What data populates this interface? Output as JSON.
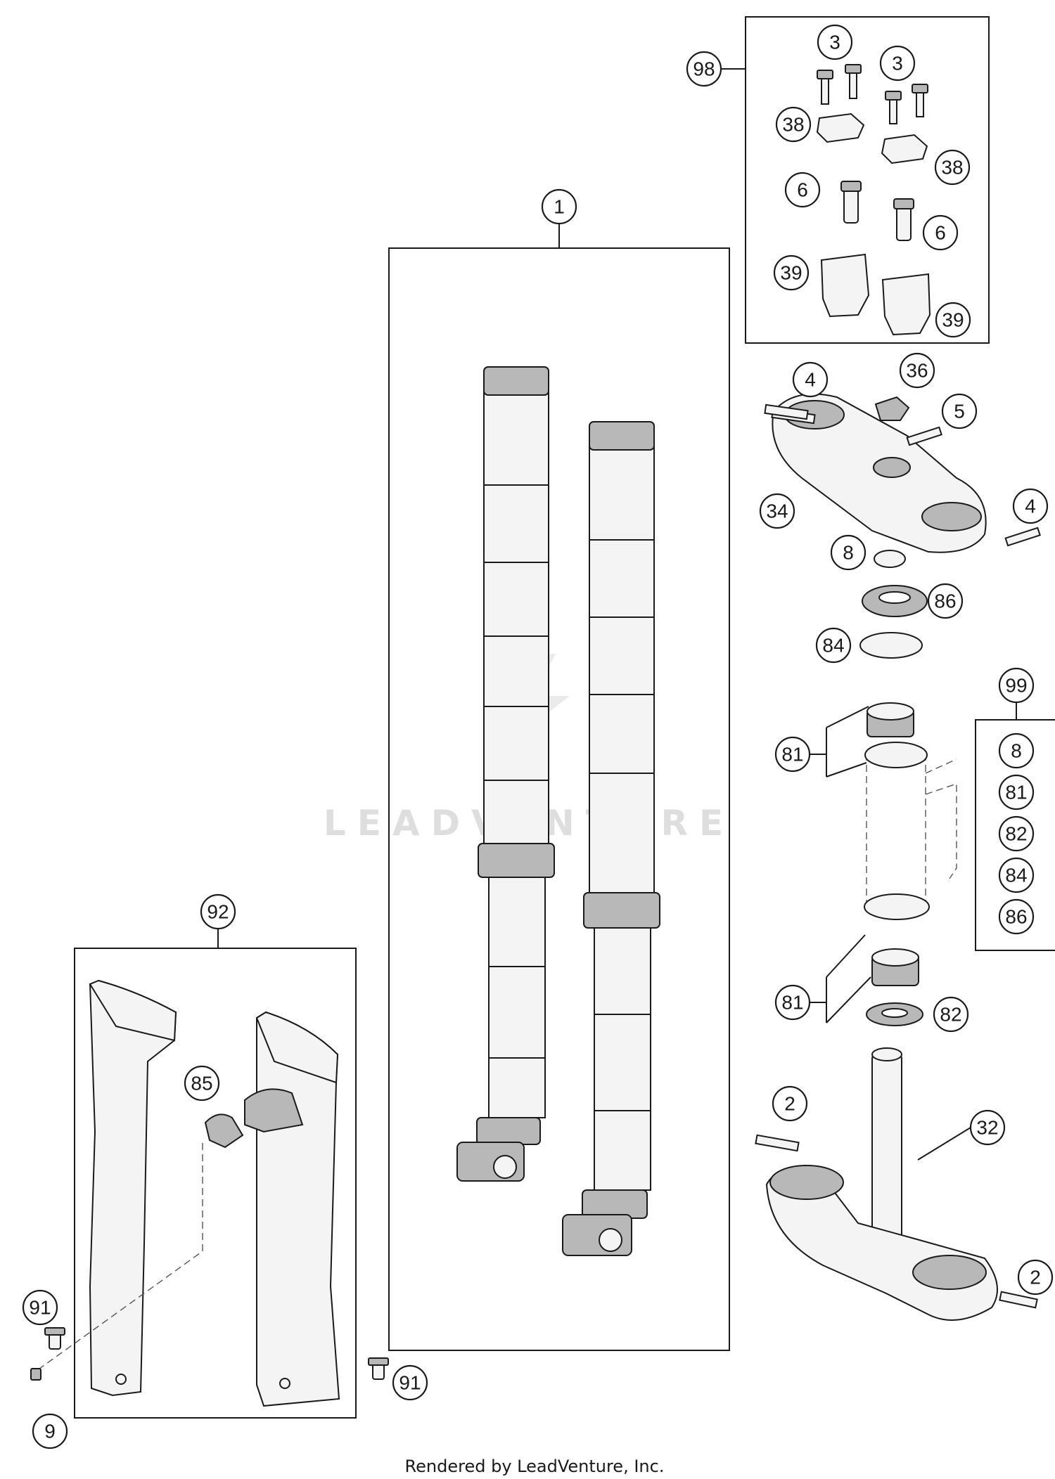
{
  "watermark": "LEADVENTURE",
  "footer": "Rendered by LeadVenture, Inc.",
  "callouts": {
    "c98": "98",
    "c3a": "3",
    "c3b": "3",
    "c38a": "38",
    "c38b": "38",
    "c6a": "6",
    "c6b": "6",
    "c39a": "39",
    "c39b": "39",
    "c1": "1",
    "c4a": "4",
    "c36": "36",
    "c5": "5",
    "c34": "34",
    "c4b": "4",
    "c8": "8",
    "c86": "86",
    "c84": "84",
    "c99": "99",
    "c81a": "81",
    "k8": "8",
    "k81": "81",
    "k82": "82",
    "k84": "84",
    "k86": "86",
    "c92": "92",
    "c81b": "81",
    "c82": "82",
    "c85": "85",
    "c2a": "2",
    "c32": "32",
    "c2b": "2",
    "c91a": "91",
    "c91b": "91",
    "c9": "9"
  }
}
